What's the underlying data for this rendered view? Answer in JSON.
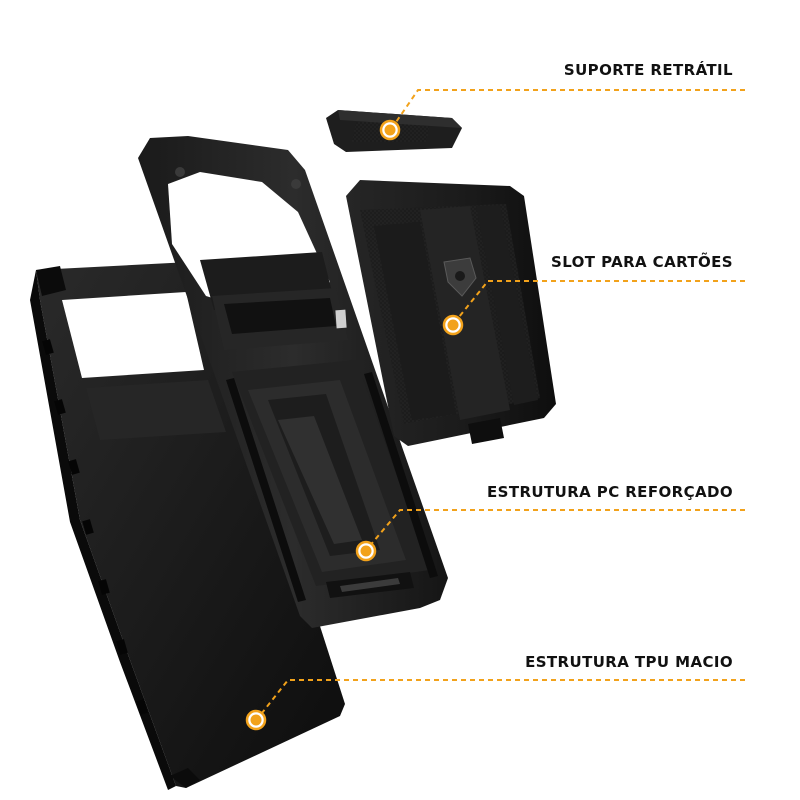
{
  "callouts": {
    "suporte": "SUPORTE RETRÁTIL",
    "slot": "SLOT PARA CARTÕES",
    "pc": "ESTRUTURA PC REFORÇADO",
    "tpu": "ESTRUTURA TPU MACIO"
  },
  "colors": {
    "accent": "#f2a21b",
    "case_black": "#141414",
    "case_dark": "#1f1f1f",
    "case_mid": "#2b2b2b",
    "case_edge": "#3a3a3a",
    "background": "#ffffff",
    "label_text": "#111111"
  },
  "icons": {
    "callout_dot": "orange-ring-dot",
    "badge": "gorila-shield-logo"
  }
}
